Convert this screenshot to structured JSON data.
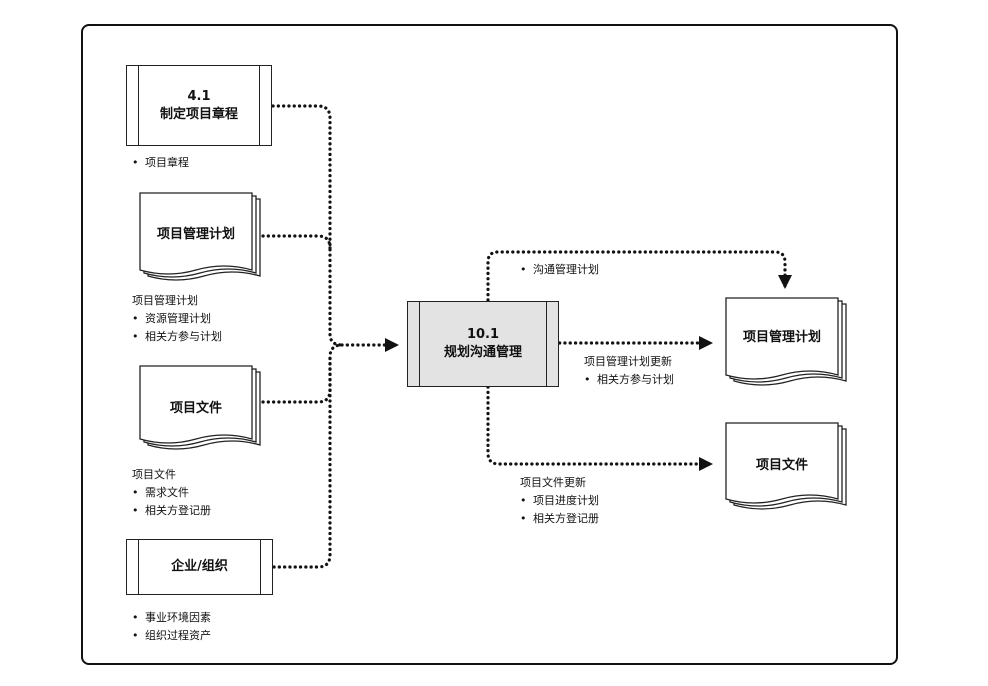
{
  "inputs": {
    "charter_process": {
      "number": "4.1",
      "name": "制定项目章程"
    },
    "charter_note": {
      "items": [
        "项目章程"
      ]
    },
    "pm_plan_doc": {
      "label": "项目管理计划"
    },
    "pm_plan_note": {
      "heading": "项目管理计划",
      "items": [
        "资源管理计划",
        "相关方参与计划"
      ]
    },
    "project_docs_doc": {
      "label": "项目文件"
    },
    "project_docs_note": {
      "heading": "项目文件",
      "items": [
        "需求文件",
        "相关方登记册"
      ]
    },
    "enterprise_box": {
      "label": "企业/组织"
    },
    "enterprise_note": {
      "items": [
        "事业环境因素",
        "组织过程资产"
      ]
    }
  },
  "process": {
    "number": "10.1",
    "name": "规划沟通管理"
  },
  "outputs": {
    "comm_plan_note": {
      "items": [
        "沟通管理计划"
      ]
    },
    "pm_plan_doc": {
      "label": "项目管理计划"
    },
    "pm_plan_update_note": {
      "heading": "项目管理计划更新",
      "items": [
        "相关方参与计划"
      ]
    },
    "project_docs_doc": {
      "label": "项目文件"
    },
    "project_docs_update_note": {
      "heading": "项目文件更新",
      "items": [
        "项目进度计划",
        "相关方登记册"
      ]
    }
  }
}
